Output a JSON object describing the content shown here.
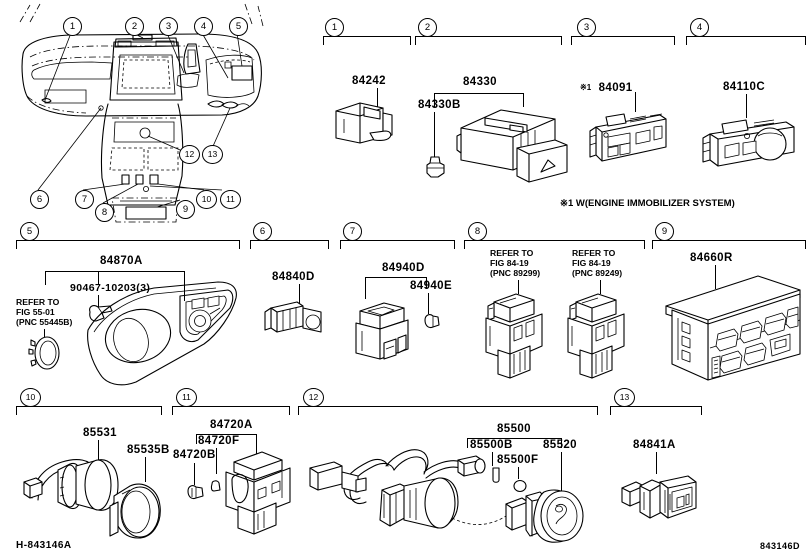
{
  "figure": {
    "bottom_left_ref": "H-843146A",
    "bottom_right_ref": "843146D",
    "footnote": "※1  W(ENGINE IMMOBILIZER SYSTEM)"
  },
  "callouts": [
    {
      "id": "1"
    },
    {
      "id": "2"
    },
    {
      "id": "3"
    },
    {
      "id": "4"
    },
    {
      "id": "5"
    },
    {
      "id": "6"
    },
    {
      "id": "7"
    },
    {
      "id": "8"
    },
    {
      "id": "9"
    },
    {
      "id": "10"
    },
    {
      "id": "11"
    },
    {
      "id": "12"
    },
    {
      "id": "13"
    }
  ],
  "sections": {
    "row1": [
      {
        "num": "1",
        "parts": [
          "84242"
        ]
      },
      {
        "num": "2",
        "parts": [
          "84330",
          "84330B"
        ]
      },
      {
        "num": "3",
        "parts": [
          "84091"
        ],
        "mark": "※1"
      },
      {
        "num": "4",
        "parts": [
          "84110C"
        ]
      }
    ],
    "row2": [
      {
        "num": "5",
        "parts": [
          "84870A",
          "90467-10203(3)"
        ],
        "refer": "REFER TO\nFIG 55-01\n (PNC 55445B)"
      },
      {
        "num": "6",
        "parts": [
          "84840D"
        ]
      },
      {
        "num": "7",
        "parts": [
          "84940D",
          "84940E"
        ]
      },
      {
        "num": "8",
        "refer_a": "REFER TO\nFIG 84-19\n(PNC 89299)",
        "refer_b": "REFER TO\nFIG 84-19\n(PNC 89249)"
      },
      {
        "num": "9",
        "parts": [
          "84660R"
        ]
      }
    ],
    "row3": [
      {
        "num": "10",
        "parts": [
          "85531",
          "85535B"
        ]
      },
      {
        "num": "11",
        "parts": [
          "84720A",
          "84720F",
          "84720B"
        ]
      },
      {
        "num": "12",
        "parts": [
          "85500",
          "85500B",
          "85500F",
          "85520"
        ]
      },
      {
        "num": "13",
        "parts": [
          "84841A"
        ]
      }
    ]
  },
  "labels": {
    "p84242": "84242",
    "p84330": "84330",
    "p84330B": "84330B",
    "mark1a": "※1",
    "p84091": "84091",
    "p84110C": "84110C",
    "p84870A": "84870A",
    "p90467": "90467-10203(3)",
    "refer5501": "REFER TO\nFIG 55-01\n (PNC 55445B)",
    "p84840D": "84840D",
    "p84940D": "84940D",
    "p84940E": "84940E",
    "refer89299": "REFER TO\nFIG 84-19\n(PNC 89299)",
    "refer89249": "REFER TO\nFIG 84-19\n(PNC 89249)",
    "p84660R": "84660R",
    "p85531": "85531",
    "p85535B": "85535B",
    "p84720A": "84720A",
    "p84720F": "84720F",
    "p84720B": "84720B",
    "p85500": "85500",
    "p85500B": "85500B",
    "p85500F": "85500F",
    "p85520": "85520",
    "p84841A": "84841A",
    "c1": "1",
    "c2": "2",
    "c3": "3",
    "c4": "4",
    "c5": "5",
    "c6": "6",
    "c7": "7",
    "c8": "8",
    "c9": "9",
    "c10": "10",
    "c11": "11",
    "c12": "12",
    "c13": "13",
    "d1": "1",
    "d2": "2",
    "d3": "3",
    "d4": "4",
    "d5": "5",
    "d6": "6",
    "d7": "7",
    "d8": "8",
    "d9": "9",
    "d10": "10",
    "d11": "11",
    "d12": "12",
    "d13": "13",
    "figleft": "H-843146A",
    "figright": "843146D",
    "footnote": "※1  W(ENGINE IMMOBILIZER SYSTEM)"
  }
}
